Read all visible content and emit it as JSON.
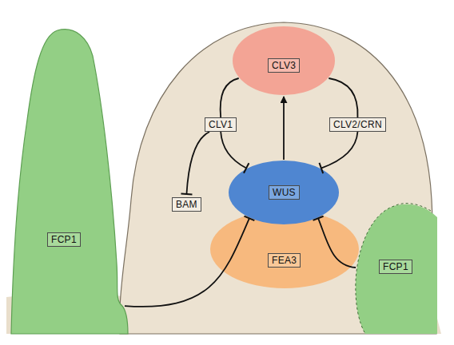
{
  "diagram": {
    "nodes": [
      {
        "text": [
          "CLV3"
        ]
      },
      {
        "text": [
          "CLV1"
        ]
      },
      {
        "text": [
          "CLV2/CRN"
        ]
      },
      {
        "text": [
          "BAM"
        ]
      },
      {
        "text": [
          "WUS"
        ]
      },
      {
        "text": [
          "FCP1"
        ]
      },
      {
        "text": [
          "FEA3"
        ]
      },
      {
        "text": [
          "FCP1"
        ]
      }
    ],
    "edges": [
      {
        "from": 4,
        "to": 0,
        "arrow": "to"
      },
      {
        "from": 0,
        "to": 1,
        "arrow": "none"
      },
      {
        "from": 1,
        "to": 4,
        "arrow": "to"
      },
      {
        "from": 0,
        "to": 2,
        "arrow": "none"
      },
      {
        "from": 2,
        "to": 4,
        "arrow": "to"
      },
      {
        "from": 1,
        "to": 3,
        "arrow": "to"
      },
      {
        "from": 5,
        "to": 4,
        "arrow": "to"
      },
      {
        "from": 7,
        "to": 4,
        "arrow": "to"
      }
    ]
  }
}
